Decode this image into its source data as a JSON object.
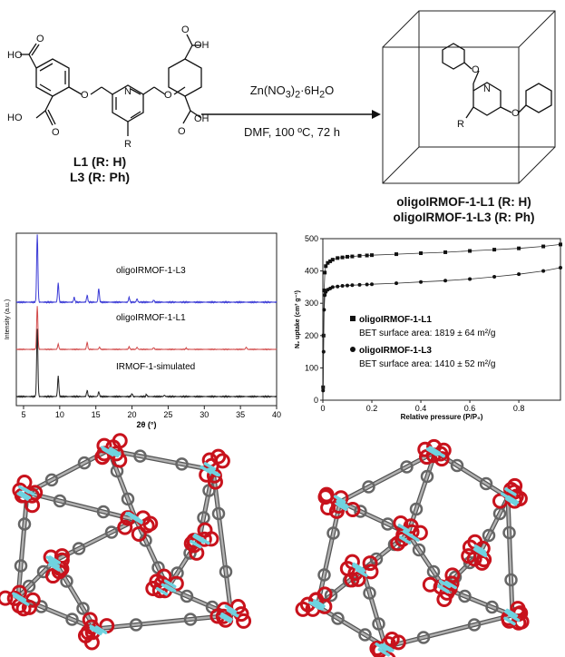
{
  "reaction": {
    "reagent_prefix": "Zn(NO",
    "reagent_sub1": "3",
    "reagent_mid": ")",
    "reagent_sub2": "2",
    "reagent_suffix": "·6H",
    "reagent_sub3": "2",
    "reagent_end": "O",
    "conditions": "DMF, 100 ºC, 72 h",
    "ligand_label_1": "L1 (R: H)",
    "ligand_label_2": "L3 (R: Ph)",
    "product_label_1": "oligoIRMOF-1-L1 (R: H)",
    "product_label_2": "oligoIRMOF-1-L3 (R: Ph)",
    "atom_O": "O",
    "atom_HO": "HO",
    "atom_OH": "OH",
    "atom_N": "N",
    "atom_R": "R"
  },
  "colors": {
    "l3_trace": "#3b3bd6",
    "l1_trace": "#d24b4b",
    "sim_trace": "#222222",
    "zn_atom": "#6fd3e0",
    "o_atom": "#c8121c",
    "c_atom": "#8a8a8a"
  },
  "chart_data": [
    {
      "type": "line",
      "xlabel": "2θ (°)",
      "ylabel": "Intensity (a.u.)",
      "xlim": [
        4,
        40
      ],
      "x_ticks": [
        "5",
        "10",
        "15",
        "20",
        "25",
        "30",
        "35",
        "40"
      ],
      "series": [
        {
          "name": "oligoIRMOF-1-L3",
          "peaks": [
            [
              6.9,
              1.0
            ],
            [
              9.8,
              0.28
            ],
            [
              12.0,
              0.07
            ],
            [
              13.8,
              0.1
            ],
            [
              15.4,
              0.2
            ],
            [
              19.6,
              0.07
            ],
            [
              20.7,
              0.05
            ],
            [
              23.0,
              0.03
            ]
          ]
        },
        {
          "name": "oligoIRMOF-1-L1",
          "peaks": [
            [
              6.9,
              1.0
            ],
            [
              9.8,
              0.12
            ],
            [
              13.8,
              0.16
            ],
            [
              15.5,
              0.05
            ],
            [
              19.6,
              0.06
            ],
            [
              20.7,
              0.05
            ],
            [
              23.0,
              0.04
            ],
            [
              27.5,
              0.03
            ],
            [
              35.8,
              0.05
            ]
          ]
        },
        {
          "name": "IRMOF-1-simulated",
          "peaks": [
            [
              6.9,
              1.0
            ],
            [
              9.8,
              0.3
            ],
            [
              13.8,
              0.09
            ],
            [
              15.4,
              0.07
            ],
            [
              20.0,
              0.04
            ],
            [
              22.0,
              0.03
            ],
            [
              24.5,
              0.02
            ]
          ]
        }
      ]
    },
    {
      "type": "scatter",
      "xlabel": "Relative pressure (P/P₀)",
      "ylabel": "N₂ uptake (cm³ g⁻¹)",
      "xlim": [
        0,
        0.97
      ],
      "ylim": [
        0,
        500
      ],
      "x_ticks": [
        "0",
        "0.2",
        "0.4",
        "0.6",
        "0.8"
      ],
      "y_ticks": [
        "0",
        "100",
        "200",
        "300",
        "400",
        "500"
      ],
      "legend": [
        {
          "name": "oligoIRMOF-1-L1",
          "detail": "BET surface area: 1819 ± 64 m²/g"
        },
        {
          "name": "oligoIRMOF-1-L3",
          "detail": "BET surface area: 1410 ± 52 m²/g"
        }
      ],
      "series": [
        {
          "name": "oligoIRMOF-1-L1",
          "marker": "square",
          "x": [
            0.001,
            0.003,
            0.005,
            0.008,
            0.012,
            0.02,
            0.03,
            0.04,
            0.06,
            0.08,
            0.1,
            0.12,
            0.15,
            0.18,
            0.2,
            0.3,
            0.4,
            0.5,
            0.6,
            0.7,
            0.8,
            0.9,
            0.97
          ],
          "y": [
            40,
            200,
            340,
            395,
            415,
            425,
            430,
            435,
            440,
            442,
            444,
            445,
            447,
            448,
            449,
            452,
            455,
            458,
            462,
            466,
            470,
            476,
            482
          ]
        },
        {
          "name": "oligoIRMOF-1-L3",
          "marker": "circle",
          "x": [
            0.001,
            0.003,
            0.005,
            0.008,
            0.012,
            0.02,
            0.03,
            0.04,
            0.06,
            0.08,
            0.1,
            0.12,
            0.15,
            0.18,
            0.2,
            0.3,
            0.4,
            0.5,
            0.6,
            0.7,
            0.8,
            0.9,
            0.97
          ],
          "y": [
            30,
            150,
            280,
            325,
            335,
            342,
            346,
            350,
            352,
            354,
            355,
            356,
            357,
            358,
            359,
            362,
            366,
            370,
            375,
            382,
            390,
            400,
            410
          ]
        }
      ]
    }
  ]
}
